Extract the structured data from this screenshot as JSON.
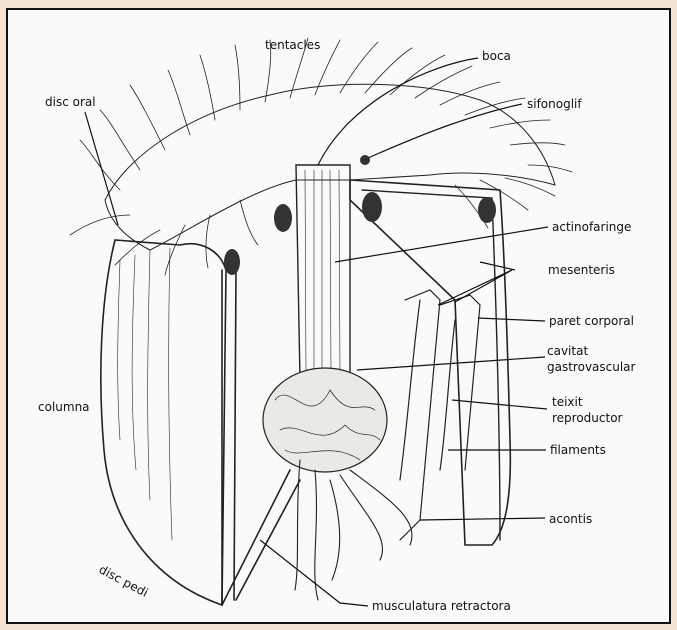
{
  "labels": {
    "tentacles": "tentacles",
    "boca": "boca",
    "disc_oral": "disc oral",
    "sifonoglif": "sifonoglif",
    "actinofaringe": "actinofaringe",
    "mesenteris": "mesenteris",
    "paret_corporal": "paret corporal",
    "cavitat_1": "cavitat",
    "cavitat_2": "gastrovascular",
    "columna": "columna",
    "teixit_1": "teixit",
    "teixit_2": "reproductor",
    "filaments": "filaments",
    "acontis": "acontis",
    "disc_pedi": "disc pedi",
    "musculatura": "musculatura retractora"
  }
}
